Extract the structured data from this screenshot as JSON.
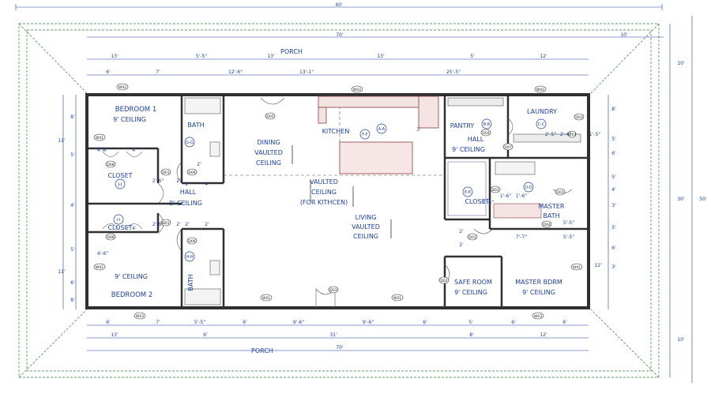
{
  "dims": {
    "overall_width": "40'",
    "inner_width": "70'",
    "right_10": "10'",
    "top_row": [
      "13'",
      "5'-5\"",
      "13'",
      "13'",
      "5'",
      "12'"
    ],
    "second_row": [
      "6'",
      "7'",
      "12'-6\"",
      "13'-1\"",
      "25'-5\""
    ],
    "bottom_row1": [
      "6'",
      "7'",
      "5'-5\"",
      "6'",
      "9'-6\"",
      "9'-6\"",
      "6'",
      "5'",
      "6'",
      "6'"
    ],
    "bottom_row2": [
      "13'",
      "6'",
      "31'",
      "8'",
      "12'"
    ],
    "bottom_70": "70'",
    "right_total": "50'",
    "right_30": "30'",
    "right_col": [
      "8'",
      "5'",
      "6'",
      "5'",
      "4'",
      "3'",
      "5'",
      "6'",
      "3'",
      "12'"
    ],
    "left_col": [
      "8'",
      "11'",
      "5'",
      "4'",
      "5'",
      "11'",
      "6'",
      "8'"
    ],
    "small": [
      "4'-6\"",
      "4'",
      "2'-6\"",
      "2'",
      "4'",
      "2'",
      "2'",
      "4'-6\"",
      "4'",
      "2'-6\"",
      "2'",
      "2'",
      "2'",
      "3'",
      "2'-5\"",
      "2'-4\"",
      "1'-5\"",
      "1'-6\"",
      "1'-6\"",
      "1'-5\"",
      "7'-7\"",
      "5'-5\"",
      "2'",
      "2'",
      "5'-5\""
    ]
  },
  "porch_top": "PORCH",
  "porch_bottom": "PORCH",
  "rooms": {
    "bedroom1": "BEDROOM 1",
    "bedroom1_ceiling": "9' CEILING",
    "bath1": "BATH",
    "closet1": "CLOSET",
    "hall1": "HALL",
    "hall1_ceiling": "9' CEILING",
    "closet2": "CLOSET",
    "bedroom2": "BEDROOM 2",
    "bedroom2_ceiling": "9' CEILING",
    "bath2": "BATH",
    "dining": "DINING",
    "dining_v1": "VAULTED",
    "dining_v2": "CEILING",
    "kitchen": "KITCHEN",
    "center_v1": "VAULTED",
    "center_v2": "CEILING",
    "center_v3": "(FOR KITHCEN)",
    "living": "LIVING",
    "living_v1": "VAULTED",
    "living_v2": "CEILING",
    "pantry": "PANTRY",
    "laundry": "LAUNDRY",
    "hall2": "HALL",
    "hall2_ceiling": "9' CEILING",
    "closet3": "CLOSET",
    "master_bath1": "MASTER",
    "master_bath2": "BATH",
    "safe_room": "SAFE ROOM",
    "safe_room_ceiling": "9' CEILING",
    "master_bdrm": "MASTER BDRM",
    "master_bdrm_ceiling": "9' CEILING"
  },
  "tags": {
    "w01": "W01",
    "w02": "W02",
    "w03": "W03",
    "d01": "D01",
    "d02": "D02",
    "d03": "D03",
    "d04": "D04",
    "d05": "D05",
    "d06": "D06",
    "d07": "D07",
    "d08": "D08",
    "d09": "D09",
    "d10": "D10"
  },
  "sections": [
    "J-J",
    "G-G",
    "H-H",
    "I-I",
    "F-F",
    "A-A",
    "B-B",
    "C-C",
    "E-E",
    "D-D"
  ]
}
